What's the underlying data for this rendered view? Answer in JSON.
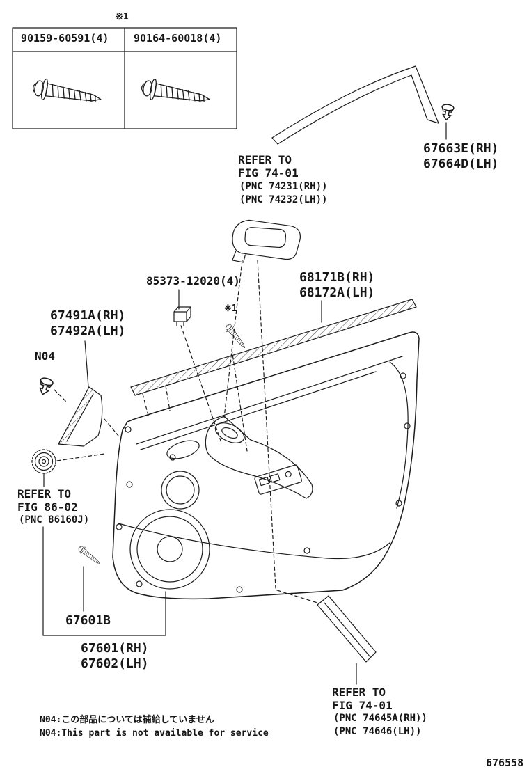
{
  "figure": {
    "number": "676558"
  },
  "fastener_table": {
    "note": "※1",
    "left_part": "90159-60591(4)",
    "right_part": "90164-60018(4)"
  },
  "callouts": {
    "frame_garnish": {
      "rh": "67663E(RH)",
      "lh": "67664D(LH)"
    },
    "armrest": {
      "refer": "REFER TO",
      "fig": "FIG 74-01",
      "pnc_rh": "(PNC 74231(RH))",
      "pnc_lh": "(PNC 74232(LH))"
    },
    "trim_clip": {
      "part": "85373-12020(4)",
      "note": "※1"
    },
    "belt_molding": {
      "rh": "68171B(RH)",
      "lh": "68172A(LH)"
    },
    "corner_cover": {
      "rh": "67491A(RH)",
      "lh": "67492A(LH)"
    },
    "n04_clip": {
      "label": "N04"
    },
    "grommet": {
      "refer": "REFER TO",
      "fig": "FIG 86-02",
      "pnc": "(PNC 86160J)"
    },
    "board_screw": {
      "part": "67601B"
    },
    "door_board": {
      "rh": "67601(RH)",
      "lh": "67602(LH)"
    },
    "lower_frame": {
      "refer": "REFER TO",
      "fig": "FIG 74-01",
      "pnc_rh": "(PNC 74645A(RH))",
      "pnc_lh": "(PNC 74646(LH))"
    }
  },
  "footnotes": {
    "jp": "N04:この部品については補給していません",
    "en": "N04:This part is not available for service"
  }
}
